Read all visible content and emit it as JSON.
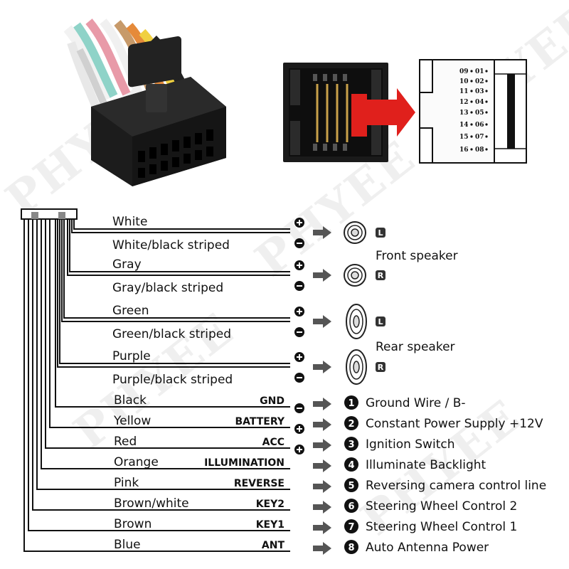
{
  "watermark": "PHYEE",
  "connector_pins": {
    "left": [
      "09",
      "10",
      "11",
      "12",
      "13",
      "14",
      "15",
      "16"
    ],
    "right": [
      "01",
      "02",
      "03",
      "04",
      "05",
      "06",
      "07",
      "08"
    ]
  },
  "speakers": [
    {
      "wires": [
        {
          "name": "White",
          "polarity": "+"
        },
        {
          "name": "White/black striped",
          "polarity": "-"
        }
      ],
      "side": "L",
      "type": "front"
    },
    {
      "wires": [
        {
          "name": "Gray",
          "polarity": "+"
        },
        {
          "name": "Gray/black striped",
          "polarity": "-"
        }
      ],
      "side": "R",
      "type": "front"
    },
    {
      "wires": [
        {
          "name": "Green",
          "polarity": "+"
        },
        {
          "name": "Green/black striped",
          "polarity": "-"
        }
      ],
      "side": "L",
      "type": "rear"
    },
    {
      "wires": [
        {
          "name": "Purple",
          "polarity": "+"
        },
        {
          "name": "Purple/black striped",
          "polarity": "-"
        }
      ],
      "side": "R",
      "type": "rear"
    }
  ],
  "speaker_labels": {
    "front": "Front speaker",
    "rear": "Rear speaker"
  },
  "wires": [
    {
      "color": "Black",
      "signal": "GND",
      "polarity": "-",
      "number": "1",
      "description": "Ground Wire / B-"
    },
    {
      "color": "Yellow",
      "signal": "BATTERY",
      "polarity": "+",
      "number": "2",
      "description": "Constant Power Supply +12V"
    },
    {
      "color": "Red",
      "signal": "ACC",
      "polarity": "+",
      "number": "3",
      "description": "Ignition Switch"
    },
    {
      "color": "Orange",
      "signal": "ILLUMINATION",
      "polarity": "",
      "number": "4",
      "description": "Illuminate Backlight"
    },
    {
      "color": "Pink",
      "signal": "REVERSE",
      "polarity": "",
      "number": "5",
      "description": "Reversing camera control line"
    },
    {
      "color": "Brown/white",
      "signal": "KEY2",
      "polarity": "",
      "number": "6",
      "description": "Steering Wheel Control 2"
    },
    {
      "color": "Brown",
      "signal": "KEY1",
      "polarity": "",
      "number": "7",
      "description": "Steering Wheel Control 1"
    },
    {
      "color": "Blue",
      "signal": "ANT",
      "polarity": "",
      "number": "8",
      "description": "Auto  Antenna Power"
    }
  ],
  "colors": {
    "arrow": "#555555",
    "highlight": "#e0201c",
    "connector": "#1a1a1a"
  }
}
